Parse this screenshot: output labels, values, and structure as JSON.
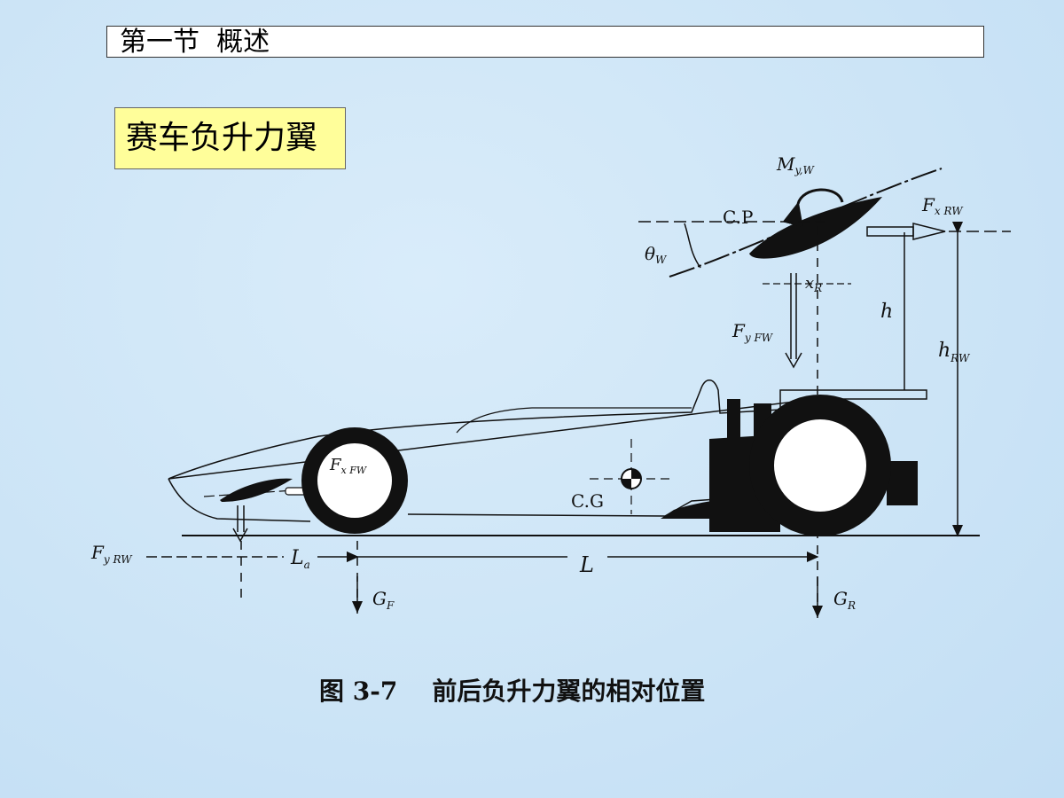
{
  "header": {
    "title": "第一节  概述"
  },
  "topic": {
    "label": "赛车负升力翼"
  },
  "figure": {
    "caption": "图 3-7    前后负升力翼的相对位置",
    "labels": {
      "moment": "M",
      "moment_sub": "y,W",
      "cp": "C.P",
      "theta": "θ",
      "theta_sub": "W",
      "fx_rw": "F",
      "fx_rw_sub": "x RW",
      "xr": "x",
      "xr_sub": "R",
      "h": "h",
      "h_rw": "h",
      "h_rw_sub": "RW",
      "fy_fw": "F",
      "fy_fw_sub": "y FW",
      "fx_fw": "F",
      "fx_fw_sub": "x FW",
      "cg": "C.G",
      "fy_rw": "F",
      "fy_rw_sub": "y RW",
      "la": "L",
      "la_sub": "a",
      "l": "L",
      "gf": "G",
      "gf_sub": "F",
      "gr": "G",
      "gr_sub": "R"
    }
  }
}
